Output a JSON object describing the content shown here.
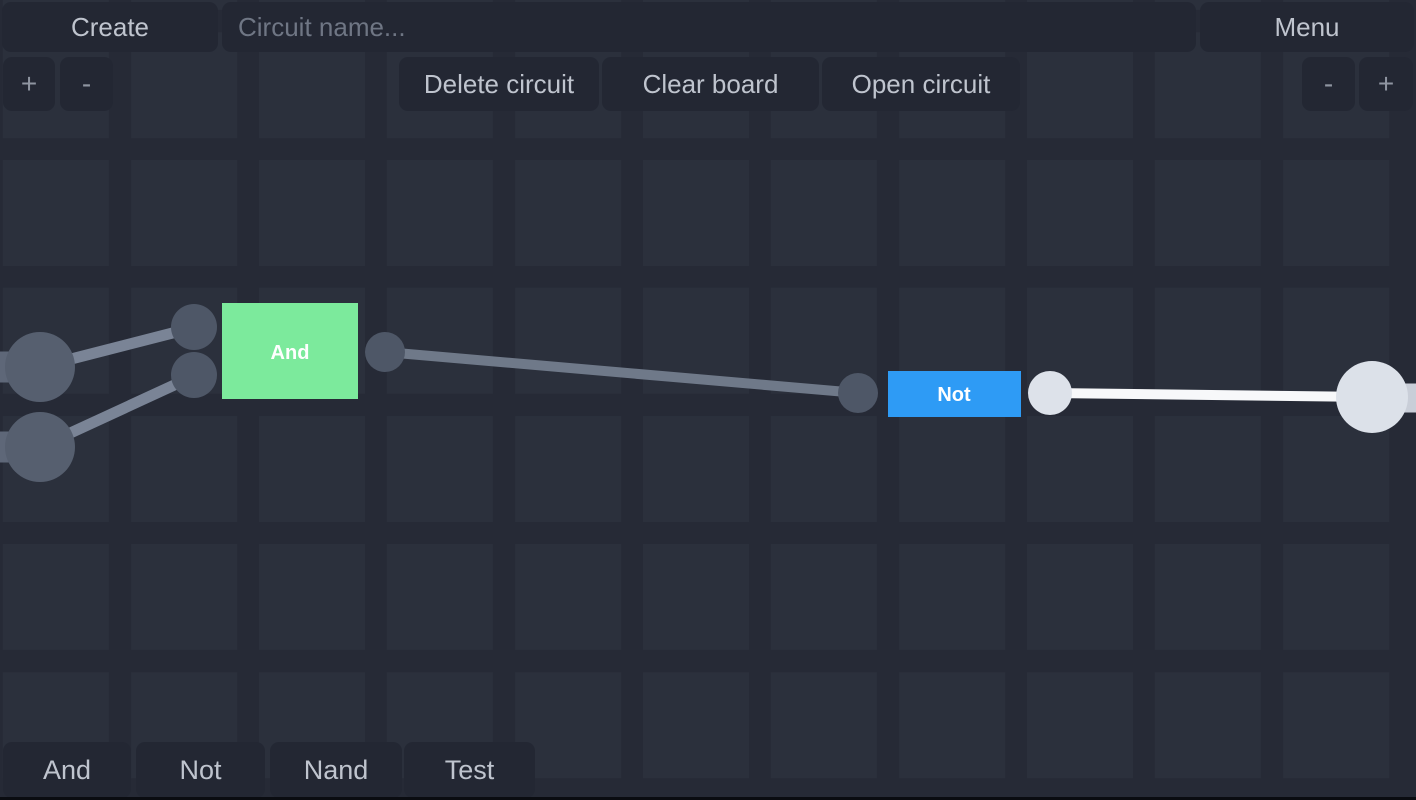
{
  "topbar": {
    "create_label": "Create",
    "circuit_name_placeholder": "Circuit name...",
    "circuit_name_value": "",
    "menu_label": "Menu"
  },
  "toolbar": {
    "delete_label": "Delete circuit",
    "clear_label": "Clear board",
    "open_label": "Open circuit",
    "zoom_in_label": "+",
    "zoom_out_label": "-"
  },
  "palette": {
    "items": [
      {
        "label": "And"
      },
      {
        "label": "Not"
      },
      {
        "label": "Nand"
      },
      {
        "label": "Test"
      }
    ]
  },
  "canvas": {
    "gates": [
      {
        "type": "and-gate",
        "label": "And"
      },
      {
        "type": "not-gate",
        "label": "Not"
      }
    ],
    "colors": {
      "background": "#262A36",
      "grid_cell": "#2B303C",
      "button_bg": "#232733",
      "button_text": "#BFC4CE",
      "placeholder_text": "#6F7684",
      "gate_and": "#7CEA9C",
      "gate_not": "#2E9BF5",
      "gate_label": "#FFFFFF",
      "node_dark": "#4E5767",
      "node_big_dark": "#565F6F",
      "node_light": "#DDE2EA",
      "node_big_light": "#DCE1E9",
      "wire_gray": "#6F7989",
      "wire_gray_light": "#7A8496",
      "wire_stub_gray": "#5E6778",
      "wire_on": "#F7F8FA",
      "wire_stub_on": "#C9CED8"
    }
  }
}
